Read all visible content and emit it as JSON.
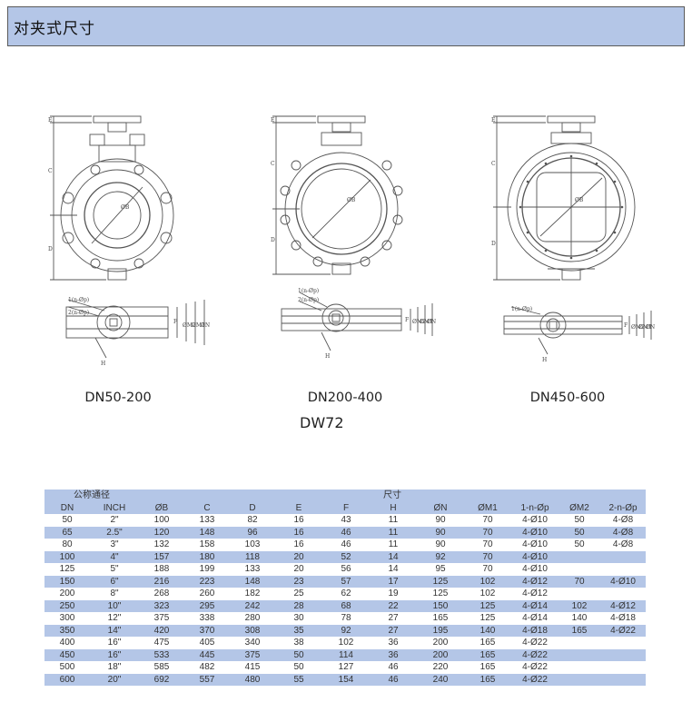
{
  "header": {
    "title": "对夹式尺寸"
  },
  "drawings": [
    {
      "caption": "DN50-200"
    },
    {
      "caption": "DN200-400"
    },
    {
      "caption": "DN450-600"
    }
  ],
  "drawing_labels": {
    "e": "E",
    "c": "C",
    "d": "D",
    "b": "ØB",
    "n1": "1(n-Øp)",
    "n2": "2(n-Øp)",
    "f": "F",
    "m2": "ØM2",
    "m1": "ØM1",
    "n": "ØN",
    "h": "H"
  },
  "model": "DW72",
  "table": {
    "group_headers": {
      "nominal": "公称通径",
      "dimensions": "尺寸"
    },
    "columns": [
      "DN",
      "INCH",
      "ØB",
      "C",
      "D",
      "E",
      "F",
      "H",
      "ØN",
      "ØM1",
      "1-n-Øp",
      "ØM2",
      "2-n-Øp"
    ],
    "rows": [
      [
        "50",
        "2\"",
        "100",
        "133",
        "82",
        "16",
        "43",
        "11",
        "90",
        "70",
        "4-Ø10",
        "50",
        "4-Ø8"
      ],
      [
        "65",
        "2.5\"",
        "120",
        "148",
        "96",
        "16",
        "46",
        "11",
        "90",
        "70",
        "4-Ø10",
        "50",
        "4-Ø8"
      ],
      [
        "80",
        "3\"",
        "132",
        "158",
        "103",
        "16",
        "46",
        "11",
        "90",
        "70",
        "4-Ø10",
        "50",
        "4-Ø8"
      ],
      [
        "100",
        "4\"",
        "157",
        "180",
        "118",
        "20",
        "52",
        "14",
        "92",
        "70",
        "4-Ø10",
        "",
        ""
      ],
      [
        "125",
        "5\"",
        "188",
        "199",
        "133",
        "20",
        "56",
        "14",
        "95",
        "70",
        "4-Ø10",
        "",
        ""
      ],
      [
        "150",
        "6\"",
        "216",
        "223",
        "148",
        "23",
        "57",
        "17",
        "125",
        "102",
        "4-Ø12",
        "70",
        "4-Ø10"
      ],
      [
        "200",
        "8\"",
        "268",
        "260",
        "182",
        "25",
        "62",
        "19",
        "125",
        "102",
        "4-Ø12",
        "",
        ""
      ],
      [
        "250",
        "10\"",
        "323",
        "295",
        "242",
        "28",
        "68",
        "22",
        "150",
        "125",
        "4-Ø14",
        "102",
        "4-Ø12"
      ],
      [
        "300",
        "12\"",
        "375",
        "338",
        "280",
        "30",
        "78",
        "27",
        "165",
        "125",
        "4-Ø14",
        "140",
        "4-Ø18"
      ],
      [
        "350",
        "14\"",
        "420",
        "370",
        "308",
        "35",
        "92",
        "27",
        "195",
        "140",
        "4-Ø18",
        "165",
        "4-Ø22"
      ],
      [
        "400",
        "16\"",
        "475",
        "405",
        "340",
        "38",
        "102",
        "36",
        "200",
        "165",
        "4-Ø22",
        "",
        ""
      ],
      [
        "450",
        "16\"",
        "533",
        "445",
        "375",
        "50",
        "114",
        "36",
        "200",
        "165",
        "4-Ø22",
        "",
        ""
      ],
      [
        "500",
        "18\"",
        "585",
        "482",
        "415",
        "50",
        "127",
        "46",
        "220",
        "165",
        "4-Ø22",
        "",
        ""
      ],
      [
        "600",
        "20\"",
        "692",
        "557",
        "480",
        "55",
        "154",
        "46",
        "240",
        "165",
        "4-Ø22",
        "",
        ""
      ]
    ]
  },
  "colors": {
    "header_band": "#b4c6e7",
    "row_highlight": "#b4c6e7",
    "line": "#555555"
  }
}
